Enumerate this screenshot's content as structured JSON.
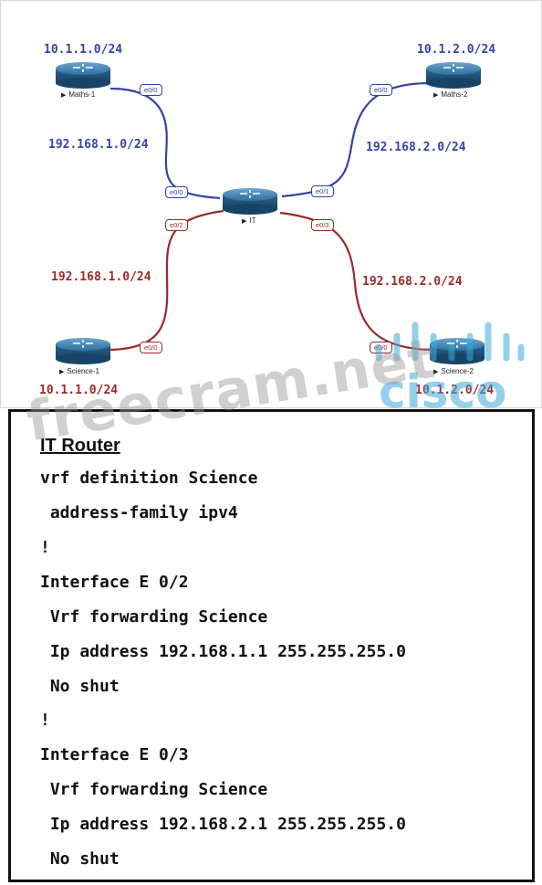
{
  "diagram": {
    "routers": [
      {
        "id": "maths1",
        "name": "Maths-1"
      },
      {
        "id": "maths2",
        "name": "Maths-2"
      },
      {
        "id": "it",
        "name": "IT"
      },
      {
        "id": "science1",
        "name": "Science-1"
      },
      {
        "id": "science2",
        "name": "Science-2"
      }
    ],
    "subnets": {
      "maths1_lan": "10.1.1.0/24",
      "maths2_lan": "10.1.2.0/24",
      "science1_lan": "10.1.1.0/24",
      "science2_lan": "10.1.2.0/24",
      "maths1_link": "192.168.1.0/24",
      "maths2_link": "192.168.2.0/24",
      "science1_link": "192.168.1.0/24",
      "science2_link": "192.168.2.0/24"
    },
    "ports": {
      "maths1_e00": "e0/0",
      "maths2_e00": "e0/0",
      "it_e00": "e0/0",
      "it_e01": "e0/1",
      "it_e02": "e0/2",
      "it_e03": "e0/3",
      "science1_e00": "e0/0",
      "science2_e00": "e0/0"
    },
    "colors": {
      "maths_links": "#3343a8",
      "science_links": "#9a2a28",
      "router_body": "#2f6f9e"
    }
  },
  "watermarks": {
    "freecram": "freecram.net",
    "cisco": "cisco"
  },
  "config": {
    "title": "IT Router",
    "lines": [
      "vrf definition Science",
      " address-family ipv4",
      "!",
      "Interface E 0/2",
      " Vrf forwarding Science",
      " Ip address 192.168.1.1 255.255.255.0",
      " No shut",
      "!",
      "Interface E 0/3",
      " Vrf forwarding Science",
      " Ip address 192.168.2.1 255.255.255.0",
      " No shut"
    ]
  }
}
